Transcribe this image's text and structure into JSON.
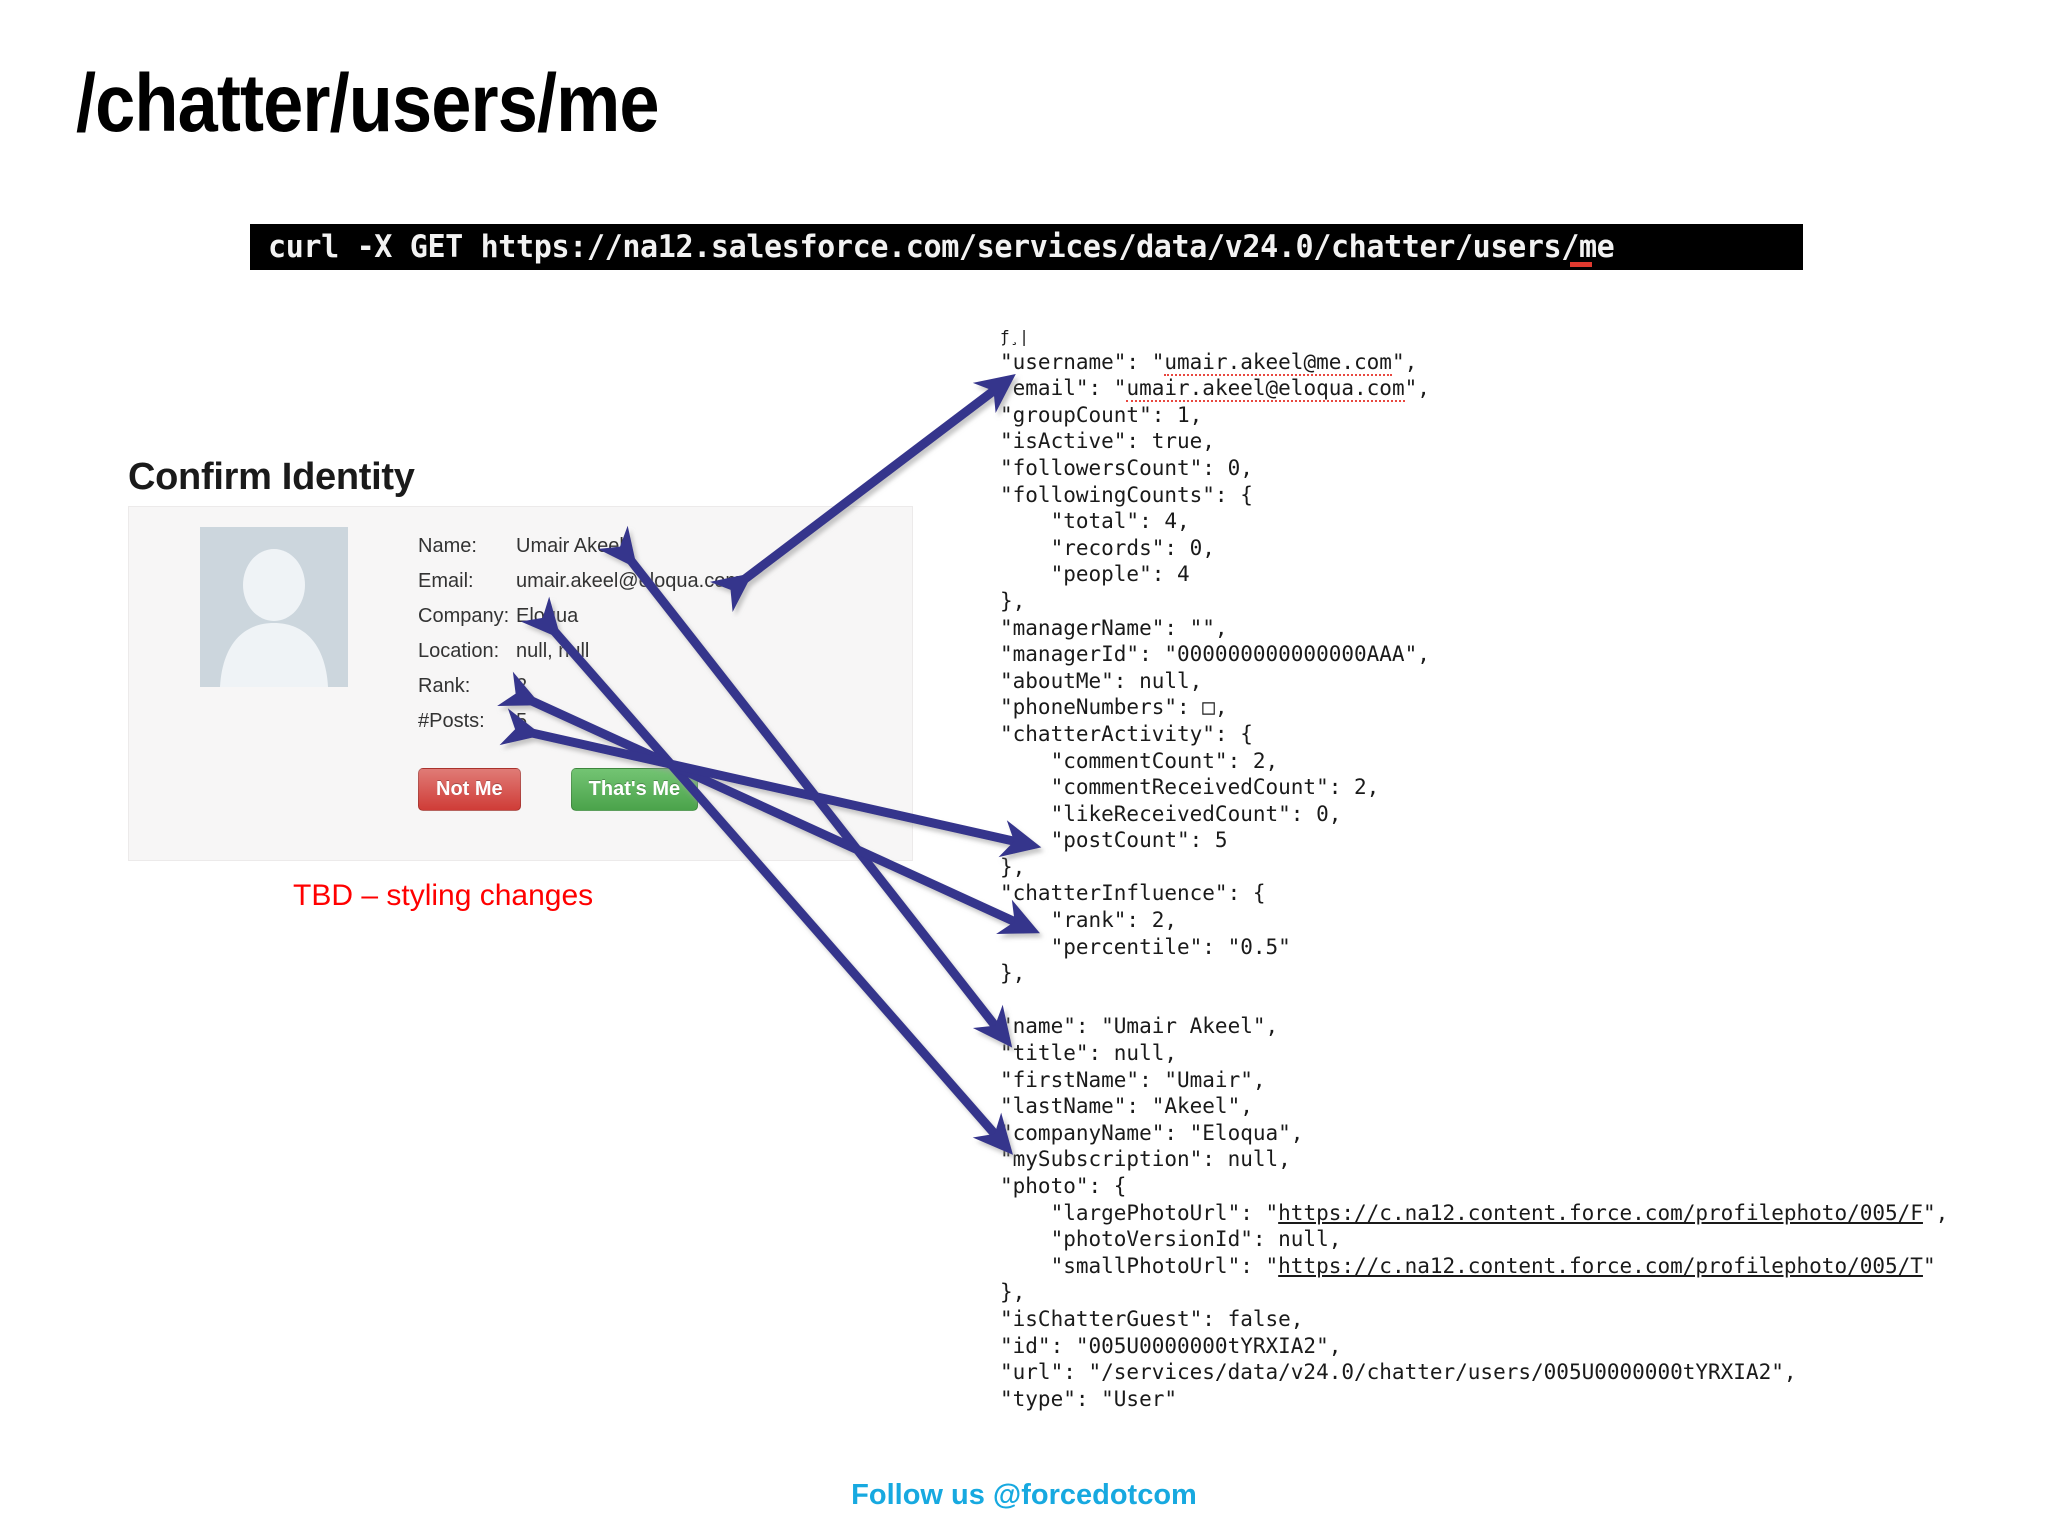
{
  "slide": {
    "title": "/chatter/users/me",
    "footer": "Follow us @forcedotcom",
    "note": "TBD – styling changes"
  },
  "curl": {
    "command": "curl -X GET https://na12.salesforce.com/services/data/v24.0/chatter/users/me"
  },
  "identity_card": {
    "heading": "Confirm Identity",
    "fields": [
      {
        "label": "Name:",
        "value": "Umair Akeel"
      },
      {
        "label": "Email:",
        "value": "umair.akeel@eloqua.com"
      },
      {
        "label": "Company:",
        "value": "Eloqua"
      },
      {
        "label": "Location:",
        "value": "null, null"
      },
      {
        "label": "Rank:",
        "value": "2"
      },
      {
        "label": "#Posts:",
        "value": "5"
      }
    ],
    "buttons": {
      "reject": "Not Me",
      "confirm": "That's Me"
    }
  },
  "json_response": {
    "lines": [
      "ƒ¸|",
      "\"username\": \"umair.akeel@me.com\",",
      "\"email\": \"umair.akeel@eloqua.com\",",
      "\"groupCount\": 1,",
      "\"isActive\": true,",
      "\"followersCount\": 0,",
      "\"followingCounts\": {",
      "    \"total\": 4,",
      "    \"records\": 0,",
      "    \"people\": 4",
      "},",
      "\"managerName\": \"\",",
      "\"managerId\": \"000000000000000AAA\",",
      "\"aboutMe\": null,",
      "\"phoneNumbers\": □,",
      "\"chatterActivity\": {",
      "    \"commentCount\": 2,",
      "    \"commentReceivedCount\": 2,",
      "    \"likeReceivedCount\": 0,",
      "    \"postCount\": 5",
      "},",
      "\"chatterInfluence\": {",
      "    \"rank\": 2,",
      "    \"percentile\": \"0.5\"",
      "},",
      "",
      "\"name\": \"Umair Akeel\",",
      "\"title\": null,",
      "\"firstName\": \"Umair\",",
      "\"lastName\": \"Akeel\",",
      "\"companyName\": \"Eloqua\",",
      "\"mySubscription\": null,",
      "\"photo\": {",
      "    \"largePhotoUrl\": \"https://c.na12.content.force.com/profilephoto/005/F\",",
      "    \"photoVersionId\": null,",
      "    \"smallPhotoUrl\": \"https://c.na12.content.force.com/profilephoto/005/T\"",
      "},",
      "\"isChatterGuest\": false,",
      "\"id\": \"005U0000000tYRXIA2\",",
      "\"url\": \"/services/data/v24.0/chatter/users/005U0000000tYRXIA2\",",
      "\"type\": \"User\""
    ]
  },
  "colors": {
    "arrow": "#36348c",
    "note_red": "#ff0000",
    "footer_blue": "#17a9e0",
    "button_red": "#d9534f",
    "button_green": "#5cb85c",
    "terminal_bg": "#000000"
  }
}
